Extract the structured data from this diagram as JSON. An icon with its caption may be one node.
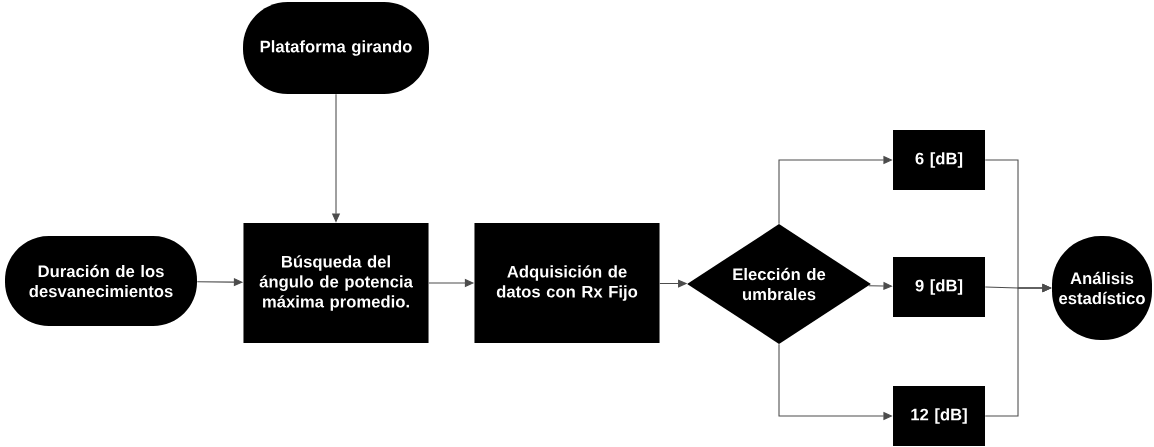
{
  "diagram": {
    "nodes": [
      {
        "text": [
          "Plataforma girando"
        ]
      },
      {
        "text": [
          "Duración de los desvanecimientos"
        ]
      },
      {
        "text": [
          "Búsqueda del ángulo de potencia máxima promedio."
        ]
      },
      {
        "text": [
          "Adquisición de datos con Rx Fijo"
        ]
      },
      {
        "text": [
          "Elección de umbrales"
        ]
      },
      {
        "text": [
          "6 [dB]"
        ]
      },
      {
        "text": [
          "9 [dB]"
        ]
      },
      {
        "text": [
          "12 [dB]"
        ]
      },
      {
        "text": [
          "Análisis estadístico"
        ]
      }
    ],
    "edges": [
      {
        "from": 0,
        "to": 2,
        "arrow": "to"
      },
      {
        "from": 1,
        "to": 2,
        "arrow": "to"
      },
      {
        "from": 2,
        "to": 3,
        "arrow": "to"
      },
      {
        "from": 3,
        "to": 4,
        "arrow": "to"
      },
      {
        "from": 4,
        "to": 5,
        "arrow": "to"
      },
      {
        "from": 4,
        "to": 6,
        "arrow": "to"
      },
      {
        "from": 4,
        "to": 7,
        "arrow": "to"
      },
      {
        "from": 5,
        "to": 8,
        "arrow": "to"
      },
      {
        "from": 6,
        "to": 8,
        "arrow": "to"
      },
      {
        "from": 7,
        "to": 8,
        "arrow": "to"
      }
    ]
  }
}
